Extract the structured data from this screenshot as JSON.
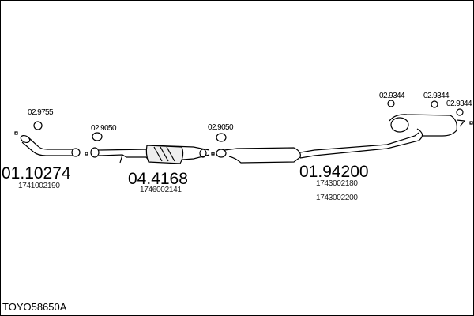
{
  "diagram": {
    "vehicle_code": "TOYO58650A",
    "parts": [
      {
        "number": "01.10274",
        "oe_numbers": [
          "1741002190"
        ],
        "gasket": "02.9755"
      },
      {
        "number": "04.4168",
        "oe_numbers": [
          "1746002141"
        ],
        "gasket": "02.9050"
      },
      {
        "number": "01.94200",
        "oe_numbers": [
          "1743002180",
          "1743002200"
        ],
        "gasket": "02.9050"
      }
    ],
    "hangers": [
      "02.9344",
      "02.9344",
      "02.9344"
    ]
  }
}
